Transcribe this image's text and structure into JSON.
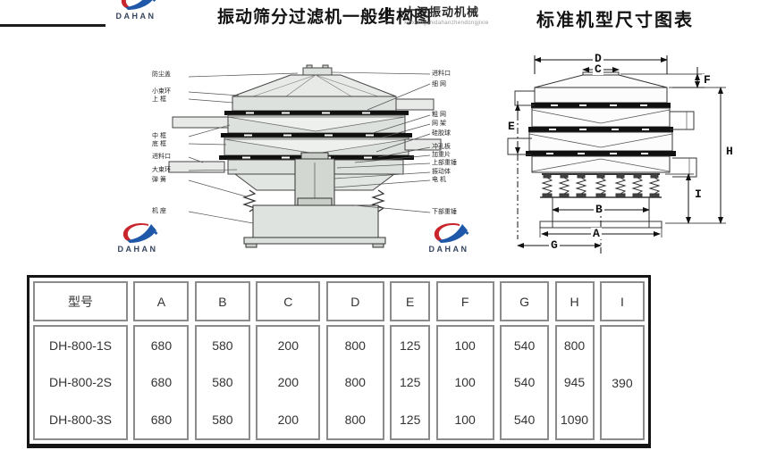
{
  "header": {
    "title_structure": "振动筛分过滤机一般结构图",
    "brand_name": "大汉振动机械",
    "brand_pinyin": "xinxiangshidahanzhendongjixie",
    "title_dimensions": "标准机型尺寸图表"
  },
  "logos": {
    "text": "DAHAN"
  },
  "structure_diagram": {
    "left_labels": [
      "防尘盖",
      "小束环",
      "上 框",
      "中 框",
      "底 框",
      "进料口",
      "大束环",
      "弹 簧",
      "机 座"
    ],
    "right_labels": [
      "进料口",
      "细  网",
      "粗  网",
      "网  架",
      "硅胶球",
      "冲孔板",
      "加重片",
      "上部重锤",
      "振动体",
      "电  机",
      "下部重锤"
    ]
  },
  "dimension_diagram": {
    "labels": {
      "D": "D",
      "C": "C",
      "F": "F",
      "E": "E",
      "H": "H",
      "I": "I",
      "B": "B",
      "A": "A",
      "G": "G"
    }
  },
  "table": {
    "headers": [
      "型号",
      "A",
      "B",
      "C",
      "D",
      "E",
      "F",
      "G",
      "H",
      "I"
    ],
    "columns": {
      "model": [
        "DH-800-1S",
        "DH-800-2S",
        "DH-800-3S"
      ],
      "A": [
        "680",
        "680",
        "680"
      ],
      "B": [
        "580",
        "580",
        "580"
      ],
      "C": [
        "200",
        "200",
        "200"
      ],
      "D": [
        "800",
        "800",
        "800"
      ],
      "E": [
        "125",
        "125",
        "125"
      ],
      "F": [
        "100",
        "100",
        "100"
      ],
      "G": [
        "540",
        "540",
        "540"
      ],
      "H": [
        "800",
        "945",
        "1090"
      ],
      "I": [
        "390"
      ]
    }
  },
  "colors": {
    "logo_red": "#c9252c",
    "logo_blue": "#1f58a8",
    "diagram_fill": "#e2e6e2",
    "screen_black": "#101010",
    "table_outer_border": "#151515",
    "table_cell_border": "#8b8b8b",
    "text": "#333333"
  }
}
